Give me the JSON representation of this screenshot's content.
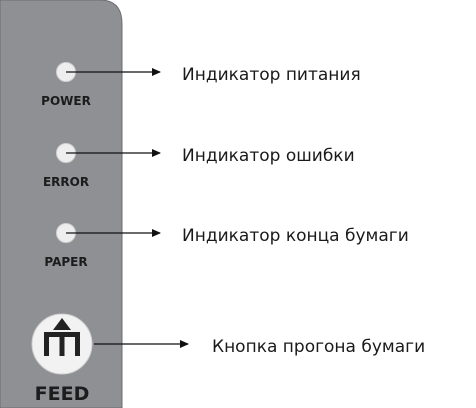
{
  "panel": {
    "indicators": [
      {
        "label": "POWER",
        "callout": "Индикатор питания"
      },
      {
        "label": "ERROR",
        "callout": "Индикатор ошибки"
      },
      {
        "label": "PAPER",
        "callout": "Индикатор конца бумаги"
      }
    ],
    "button": {
      "label": "FEED",
      "icon": "paper-feed-icon",
      "callout": "Кнопка прогона бумаги"
    }
  },
  "colors": {
    "panel": "#8e9094",
    "led": "#eeeeee",
    "button": "#f2f2f2",
    "icon": "#222222",
    "arrow": "#111111"
  }
}
